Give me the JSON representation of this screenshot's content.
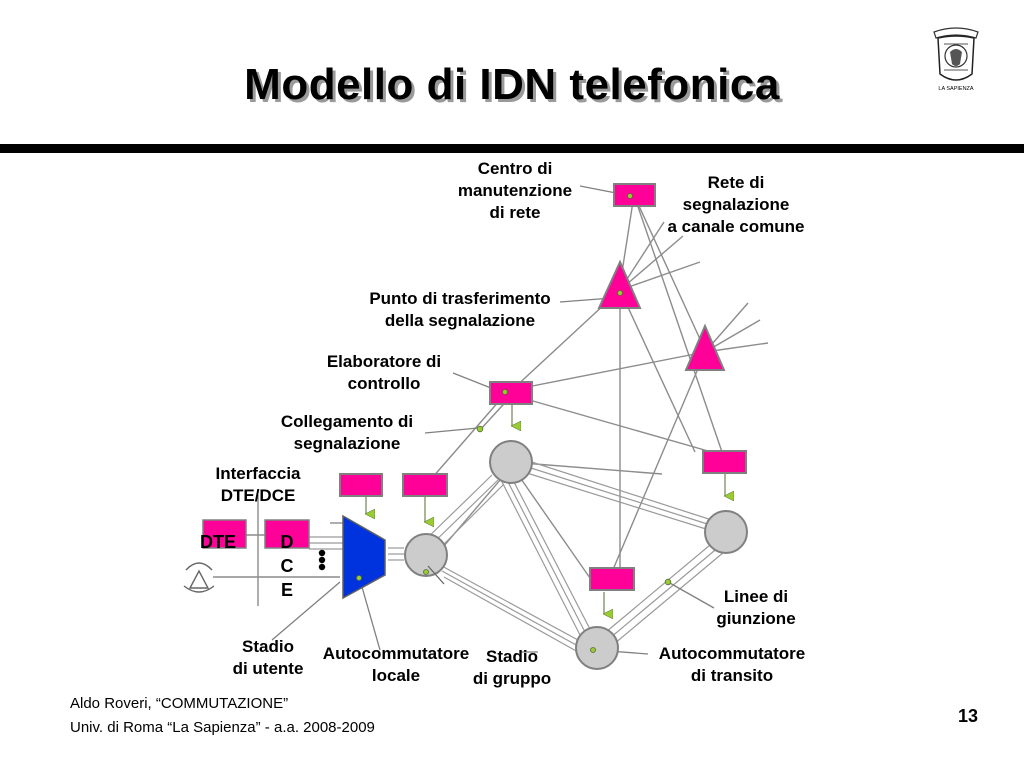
{
  "slide": {
    "title": "Modello di IDN telefonica",
    "page_number": "13",
    "logo_caption": "LA SAPIENZA"
  },
  "labels": {
    "centro": "Centro di\nmanutenzione\ndi rete",
    "rete_segnalazione": "Rete di\nsegnalazione\na canale comune",
    "punto_trasferimento": "Punto di trasferimento\ndella segnalazione",
    "elaboratore": "Elaboratore di\ncontrollo",
    "collegamento": "Collegamento di\nsegnalazione",
    "interfaccia": "Interfaccia\nDTE/DCE",
    "dte": "DTE",
    "dce": "D\nC\nE",
    "stadio_utente": "Stadio\ndi utente",
    "autocommutatore_locale": "Autocommutatore\nlocale",
    "stadio_gruppo": "Stadio\ndi gruppo",
    "linee_giunzione": "Linee di\ngiunzione",
    "autocommutatore_transito": "Autocommutatore\ndi transito"
  },
  "footer": {
    "line1": "Aldo Roveri, “COMMUTAZIONE”",
    "line2": "Univ. di Roma “La Sapienza” - a.a. 2008-2009"
  },
  "colors": {
    "node_magenta": "#ff0099",
    "node_border": "#808080",
    "switch_gray": "#cccccc",
    "stage_blue": "#0033dd",
    "signal_dot": "#99cc33",
    "link_gray": "#999999"
  }
}
